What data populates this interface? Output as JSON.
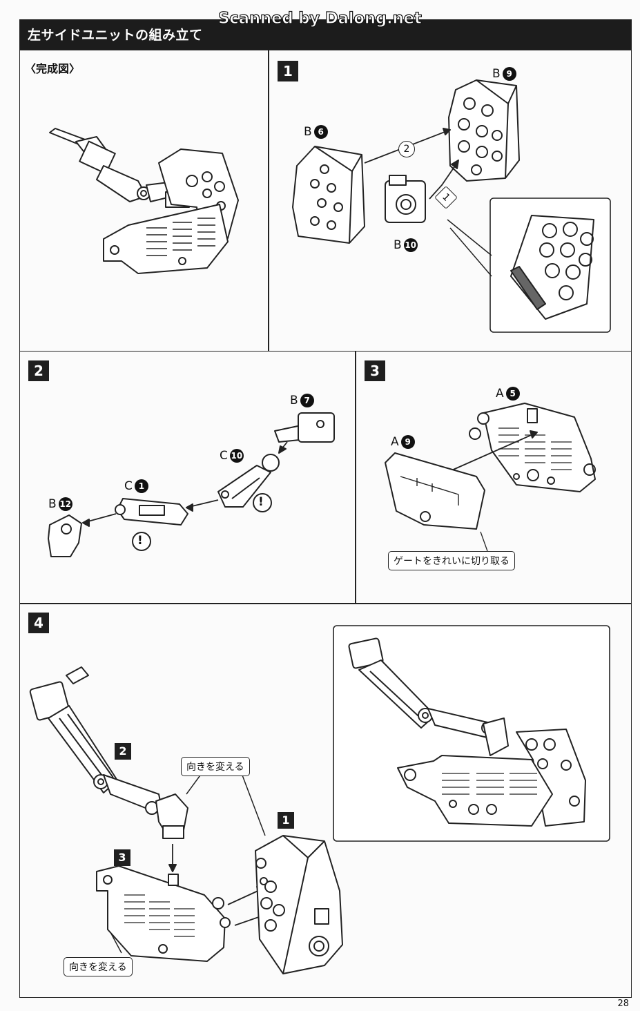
{
  "header": {
    "title": "左サイドユニットの組み立て"
  },
  "watermark": "Scanned by Dalong.net",
  "complete": {
    "label": "〈完成図〉"
  },
  "steps": [
    {
      "number": "1",
      "parts": [
        {
          "letter": "B",
          "num": "9"
        },
        {
          "letter": "B",
          "num": "6"
        },
        {
          "letter": "B",
          "num": "10"
        }
      ],
      "order": [
        "2",
        "1"
      ]
    },
    {
      "number": "2",
      "parts": [
        {
          "letter": "B",
          "num": "7"
        },
        {
          "letter": "C",
          "num": "10"
        },
        {
          "letter": "C",
          "num": "1"
        },
        {
          "letter": "B",
          "num": "12"
        }
      ],
      "caution": "!"
    },
    {
      "number": "3",
      "parts": [
        {
          "letter": "A",
          "num": "5"
        },
        {
          "letter": "A",
          "num": "9"
        }
      ],
      "note": "ゲートをきれいに切り取る"
    },
    {
      "number": "4",
      "sub": [
        "2",
        "3",
        "1"
      ],
      "note": "向きを変える"
    }
  ],
  "page_number": "28"
}
